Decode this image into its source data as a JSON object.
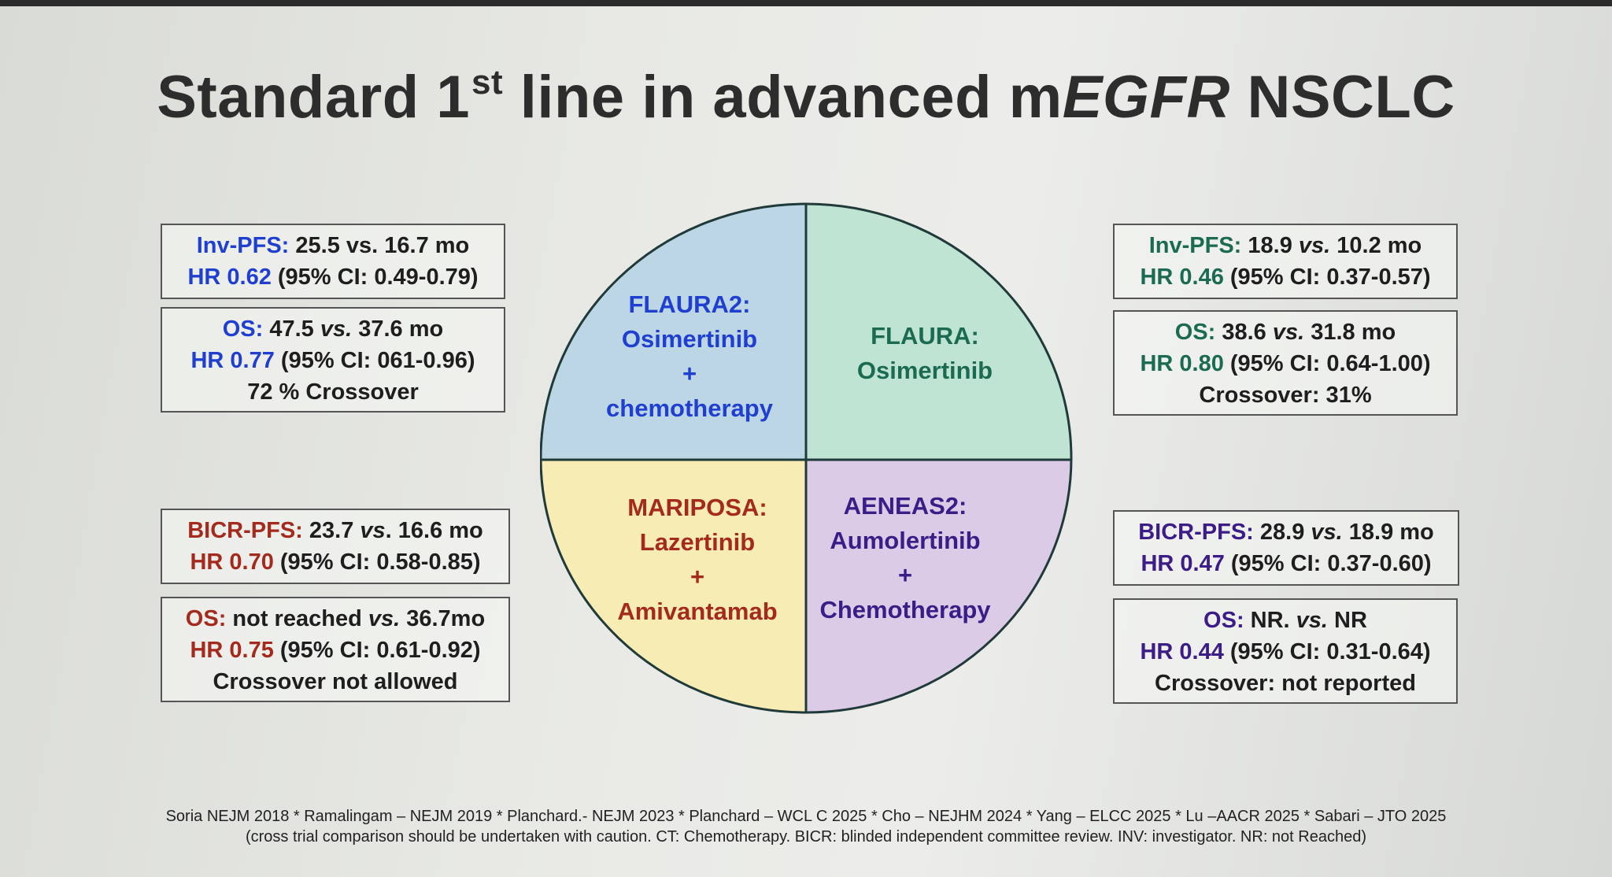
{
  "title": {
    "prefix": "Standard 1",
    "sup": "st",
    "middle": " line in advanced m",
    "italic": "EGFR",
    "suffix": " NSCLC"
  },
  "colors": {
    "flaura2": "#1f3fd0",
    "flaura": "#1b6b52",
    "mariposa": "#a32a1c",
    "aeneas2": "#3c1c86",
    "q_blue": "#bcd6e6",
    "q_green": "#bfe4d4",
    "q_yellow": "#f6ecb4",
    "q_purple": "#dccbe6"
  },
  "quadrants": {
    "flaura2": {
      "l1": "FLAURA2:",
      "l2": "Osimertinib",
      "l3": "+",
      "l4": "chemotherapy"
    },
    "flaura": {
      "l1": "FLAURA:",
      "l2": "Osimertinib"
    },
    "mariposa": {
      "l1": "MARIPOSA:",
      "l2": "Lazertinib",
      "l3": "+",
      "l4": "Amivantamab"
    },
    "aeneas2": {
      "l1": "AENEAS2:",
      "l2": "Aumolertinib",
      "l3": "+",
      "l4": "Chemotherapy"
    }
  },
  "boxes": {
    "flaura2_pfs": {
      "lab": "Inv-PFS:",
      "val": " 25.5 vs. 16.7 mo",
      "hr": "HR 0.62",
      "ci": " (95% CI: 0.49-0.79)"
    },
    "flaura2_os": {
      "lab": "OS:",
      "v1": " 47.5 ",
      "vs": "vs.",
      "v2": " 37.6 mo",
      "hr": "HR 0.77",
      "ci": " (95% CI: 061-0.96)",
      "note": "72 % Crossover"
    },
    "flaura_pfs": {
      "lab": "Inv-PFS:",
      "v1": " 18.9 ",
      "vs": "vs.",
      "v2": " 10.2 mo",
      "hr": "HR 0.46",
      "ci": " (95% CI: 0.37-0.57)"
    },
    "flaura_os": {
      "lab": "OS:",
      "v1": " 38.6 ",
      "vs": "vs.",
      "v2": " 31.8 mo",
      "hr": "HR 0.80",
      "ci": " (95% CI: 0.64-1.00)",
      "note": "Crossover: 31%"
    },
    "mariposa_pfs": {
      "lab": "BICR-PFS:",
      "v1": " 23.7 ",
      "vs": "vs",
      "v2": ". 16.6 mo",
      "hr": "HR 0.70",
      "ci": " (95% CI: 0.58-0.85)"
    },
    "mariposa_os": {
      "lab": "OS:",
      "v1": " not reached ",
      "vs": "vs.",
      "v2": " 36.7mo",
      "hr": "HR 0.75",
      "ci": " (95% CI: 0.61-0.92)",
      "note": "Crossover not allowed"
    },
    "aeneas2_pfs": {
      "lab": "BICR-PFS:",
      "v1": " 28.9 ",
      "vs": "vs.",
      "v2": " 18.9 mo",
      "hr": "HR 0.47",
      "ci": " (95% CI: 0.37-0.60)"
    },
    "aeneas2_os": {
      "lab": "OS:",
      "v1": " NR. ",
      "vs": "vs.",
      "v2": " NR",
      "hr": "HR 0.44",
      "ci": " (95% CI: 0.31-0.64)",
      "note": "Crossover: not reported"
    }
  },
  "footer": {
    "refs": "Soria NEJM 2018 * Ramalingam – NEJM 2019  * Planchard.- NEJM  2023 * Planchard – WCL C 2025 * Cho – NEJHM  2024 * Yang – ELCC 2025 * Lu –AACR 2025 * Sabari – JTO 2025",
    "note": "(cross trial comparison should be undertaken with caution. CT: Chemotherapy. BICR: blinded independent committee review. INV: investigator. NR: not Reached)"
  }
}
